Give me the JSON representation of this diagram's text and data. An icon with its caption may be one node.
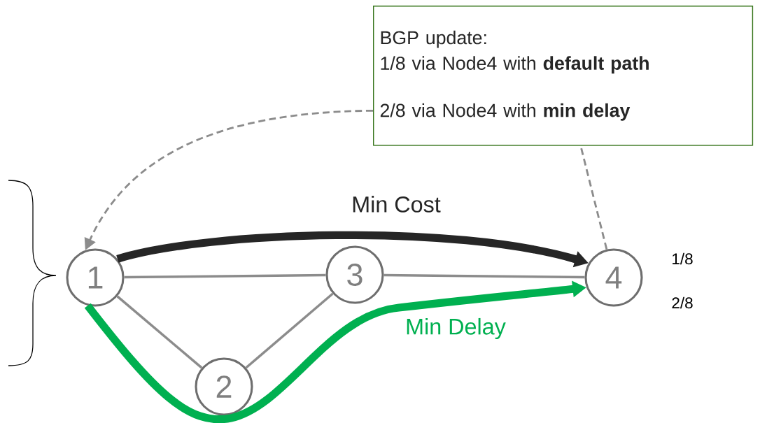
{
  "diagram": {
    "nodes": [
      {
        "text": [
          "1"
        ]
      },
      {
        "text": [
          "2"
        ]
      },
      {
        "text": [
          "3"
        ]
      },
      {
        "text": [
          "4"
        ]
      },
      {
        "text": [
          "BGP update:",
          "1/8 via Node4 with **default path**",
          "2/8 via Node4 with **min delay**"
        ]
      }
    ],
    "edges": [
      {
        "from": 0,
        "to": 2,
        "arrow": "none"
      },
      {
        "from": 0,
        "to": 1,
        "arrow": "none"
      },
      {
        "from": 1,
        "to": 2,
        "arrow": "none"
      },
      {
        "from": 2,
        "to": 3,
        "arrow": "none"
      },
      {
        "from": 0,
        "to": 3,
        "arrow": "to",
        "label": "Min Cost",
        "style": "thick",
        "color": "#262626"
      },
      {
        "from": 0,
        "to": 3,
        "arrow": "to",
        "label": "Min Delay",
        "style": "thick",
        "color": "#00b050"
      },
      {
        "from": 3,
        "to": 4,
        "arrow": "none",
        "style": "dashed"
      },
      {
        "from": 4,
        "to": 0,
        "arrow": "to",
        "style": "dashed"
      }
    ],
    "labels": [
      "1/8",
      "2/8"
    ]
  }
}
